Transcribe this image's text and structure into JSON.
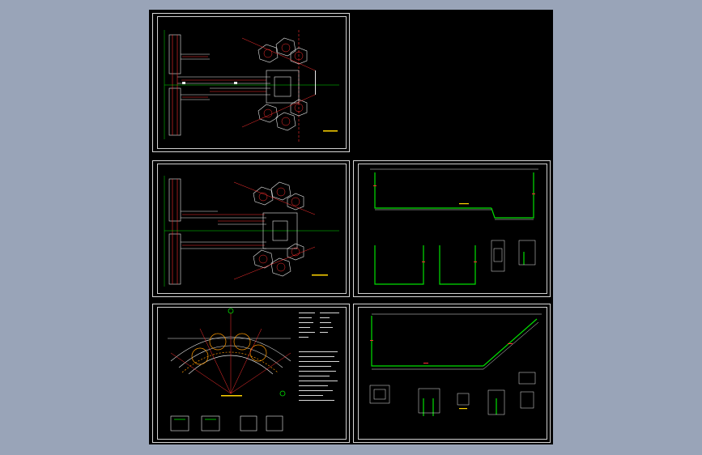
{
  "viewer": {
    "background_color": "#99a4b8",
    "canvas_color": "#000000"
  },
  "sheets": [
    {
      "id": "plan-upper",
      "kind": "foundation-plan"
    },
    {
      "id": "plan-lower",
      "kind": "foundation-plan"
    },
    {
      "id": "wall-section",
      "kind": "section-details"
    },
    {
      "id": "curved-plan",
      "kind": "curved-plan-with-notes"
    },
    {
      "id": "long-section",
      "kind": "section-details"
    }
  ],
  "colors": {
    "frame": "#d8d8d8",
    "green_line": "#00e000",
    "red_line": "#ff3030",
    "white_line": "#e8e8e8",
    "yellow_line": "#ffd400",
    "orange_line": "#ff9a00",
    "cyan_line": "#00c8ff"
  },
  "icons": {
    "grid_marker": "circle-marker-icon"
  }
}
